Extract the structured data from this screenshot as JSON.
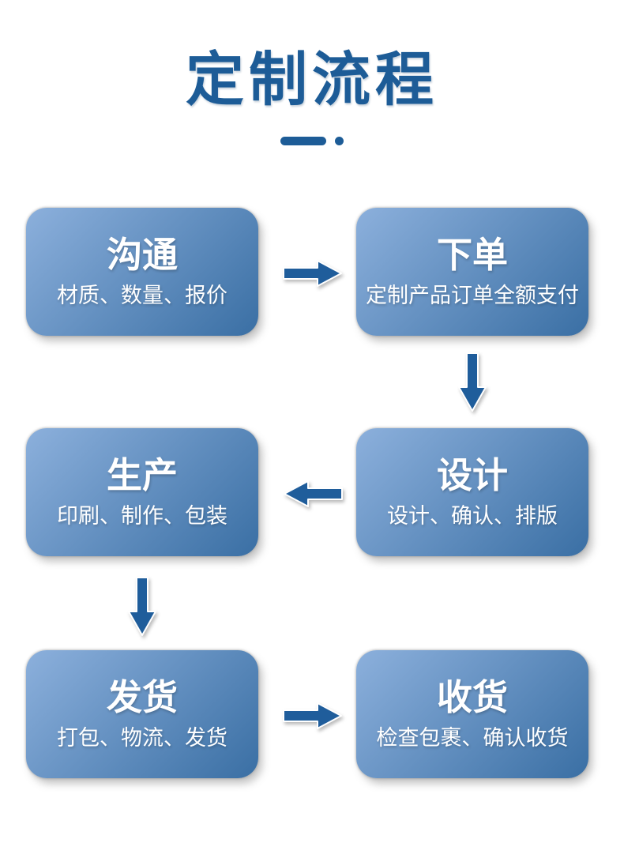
{
  "diagram": {
    "title": "定制流程",
    "boxes": [
      {
        "id": "communication",
        "row": 1,
        "col": "left",
        "title": "沟通",
        "subtitle": "材质、数量、报价"
      },
      {
        "id": "place-order",
        "row": 1,
        "col": "right",
        "title": "下单",
        "subtitle": "定制产品订单全额支付"
      },
      {
        "id": "production",
        "row": 2,
        "col": "left",
        "title": "生产",
        "subtitle": "印刷、制作、包装"
      },
      {
        "id": "design",
        "row": 2,
        "col": "right",
        "title": "设计",
        "subtitle": "设计、确认、排版"
      },
      {
        "id": "shipping",
        "row": 3,
        "col": "left",
        "title": "发货",
        "subtitle": "打包、物流、发货"
      },
      {
        "id": "receiving",
        "row": 3,
        "col": "right",
        "title": "收货",
        "subtitle": "检查包裹、确认收货"
      }
    ],
    "flow_order": [
      "沟通",
      "下单",
      "设计",
      "生产",
      "发货",
      "收货"
    ],
    "arrows": [
      {
        "name": "communication-to-place-order",
        "direction": "right"
      },
      {
        "name": "place-order-to-design",
        "direction": "down"
      },
      {
        "name": "design-to-production",
        "direction": "left"
      },
      {
        "name": "production-to-shipping",
        "direction": "down"
      },
      {
        "name": "shipping-to-receiving",
        "direction": "right"
      }
    ],
    "colors": {
      "title": "#1d5c97",
      "arrow": "#1f5d9b",
      "box_gradient_start": "#8cb0dc",
      "box_gradient_end": "#3a6fa4",
      "box_text": "#ffffff",
      "background": "#ffffff"
    }
  }
}
